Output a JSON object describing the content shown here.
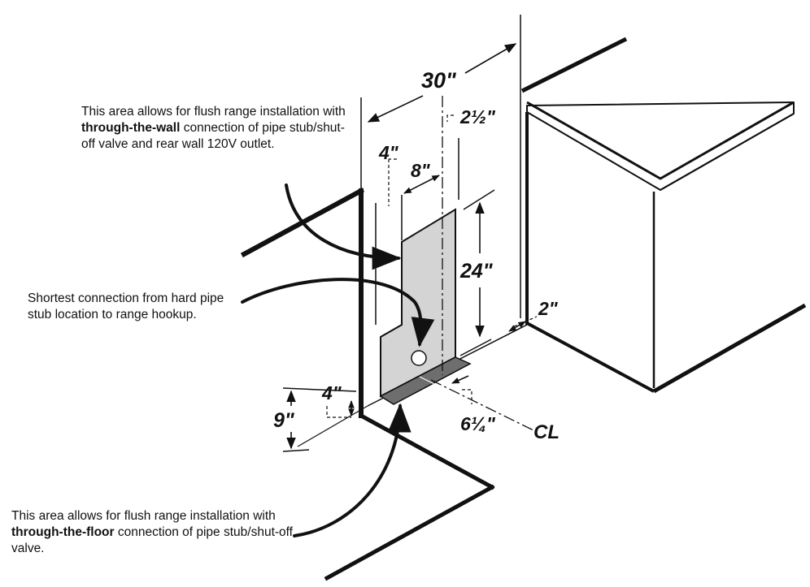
{
  "callouts": {
    "through_wall": {
      "pre": "This area allows for flush range installation with ",
      "bold": "through-the-wall",
      "post": " connection of pipe stub/shut-off valve and rear wall 120V outlet."
    },
    "shortest": {
      "text": "Shortest connection from hard pipe stub location to range hookup."
    },
    "through_floor": {
      "pre": "This area allows for flush range installation with ",
      "bold": "through-the-floor",
      "post": " connection of pipe stub/shut-off valve."
    }
  },
  "dimensions": {
    "width_30": "30\"",
    "offset_2_5": "2½\"",
    "offset_4_top": "4\"",
    "width_8": "8\"",
    "height_24": "24\"",
    "depth_2": "2\"",
    "height_9": "9\"",
    "height_4_bottom": "4\"",
    "offset_6_25": "6¼\"",
    "centerline": "CL"
  },
  "colors": {
    "ink": "#111111",
    "wall_area_fill": "#d4d4d4",
    "floor_area_fill": "#6e6e6e"
  }
}
